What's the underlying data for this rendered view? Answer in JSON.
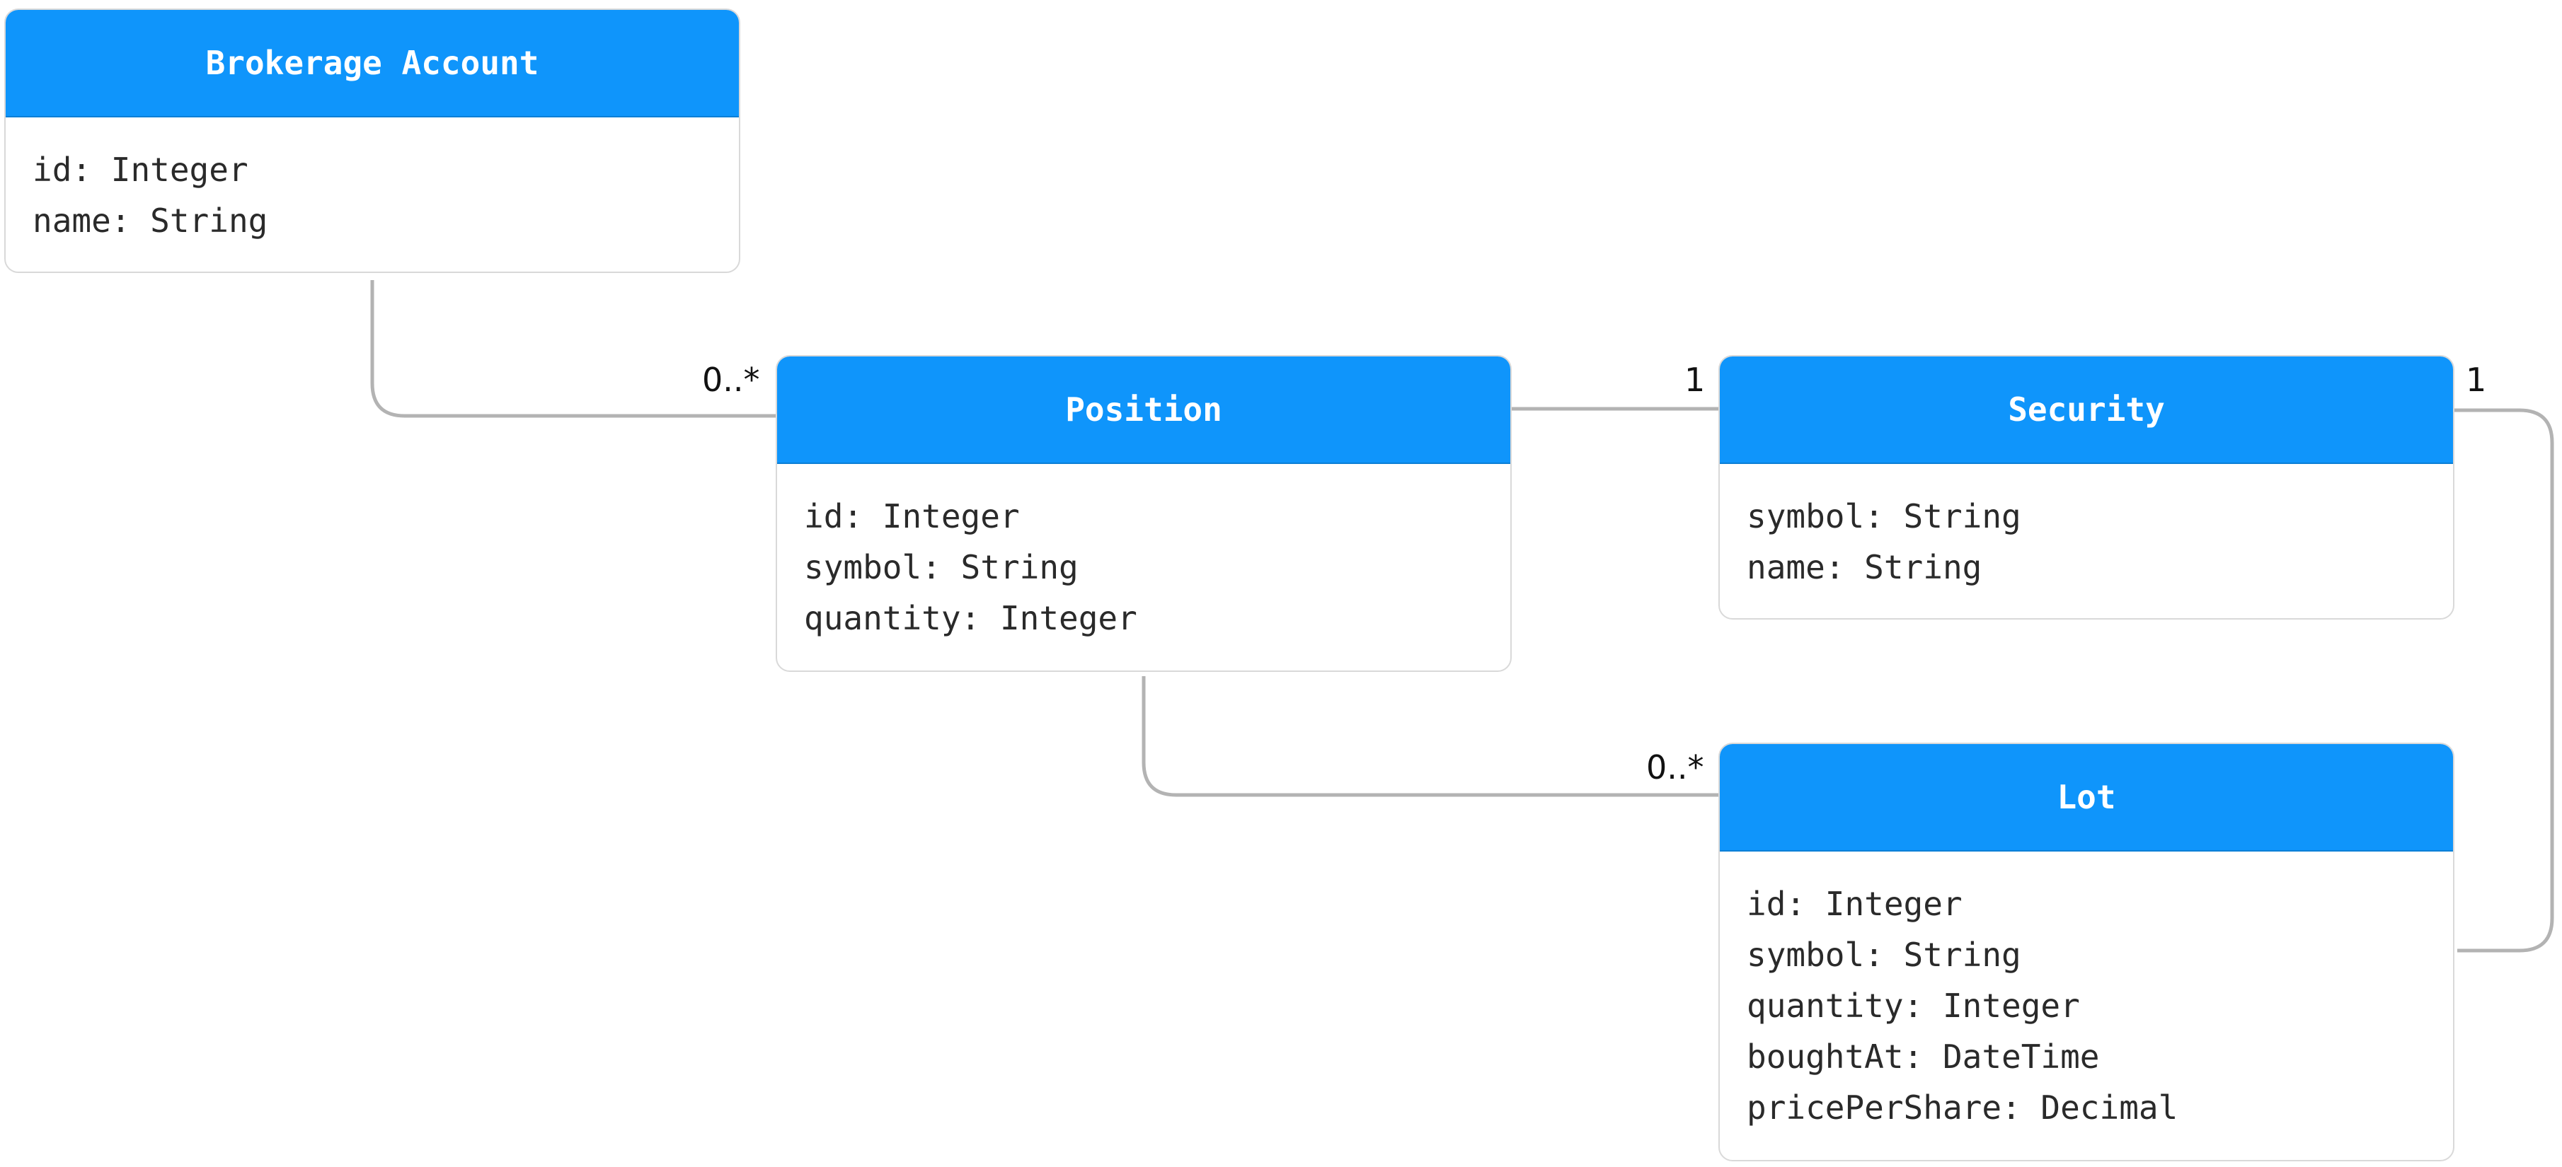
{
  "diagram": {
    "entities": [
      {
        "id": "account",
        "title": "Brokerage Account",
        "attributes": [
          "id: Integer",
          "name: String"
        ]
      },
      {
        "id": "position",
        "title": "Position",
        "attributes": [
          "id: Integer",
          "symbol: String",
          "quantity: Integer"
        ]
      },
      {
        "id": "security",
        "title": "Security",
        "attributes": [
          "symbol: String",
          "name: String"
        ]
      },
      {
        "id": "lot",
        "title": "Lot",
        "attributes": [
          "id: Integer",
          "symbol: String",
          "quantity: Integer",
          "boughtAt: DateTime",
          "pricePerShare: Decimal"
        ]
      }
    ],
    "relationships": [
      {
        "from": "Brokerage Account",
        "to": "Position",
        "multiplicity": "0..*"
      },
      {
        "from": "Position",
        "to": "Security",
        "multiplicity": "1"
      },
      {
        "from": "Lot",
        "to": "Security",
        "multiplicity": "1"
      },
      {
        "from": "Position",
        "to": "Lot",
        "multiplicity": "0..*"
      }
    ]
  },
  "colors": {
    "header": "#0f95fb",
    "connector": "#b3b3b3",
    "border": "#d9d9d9"
  }
}
